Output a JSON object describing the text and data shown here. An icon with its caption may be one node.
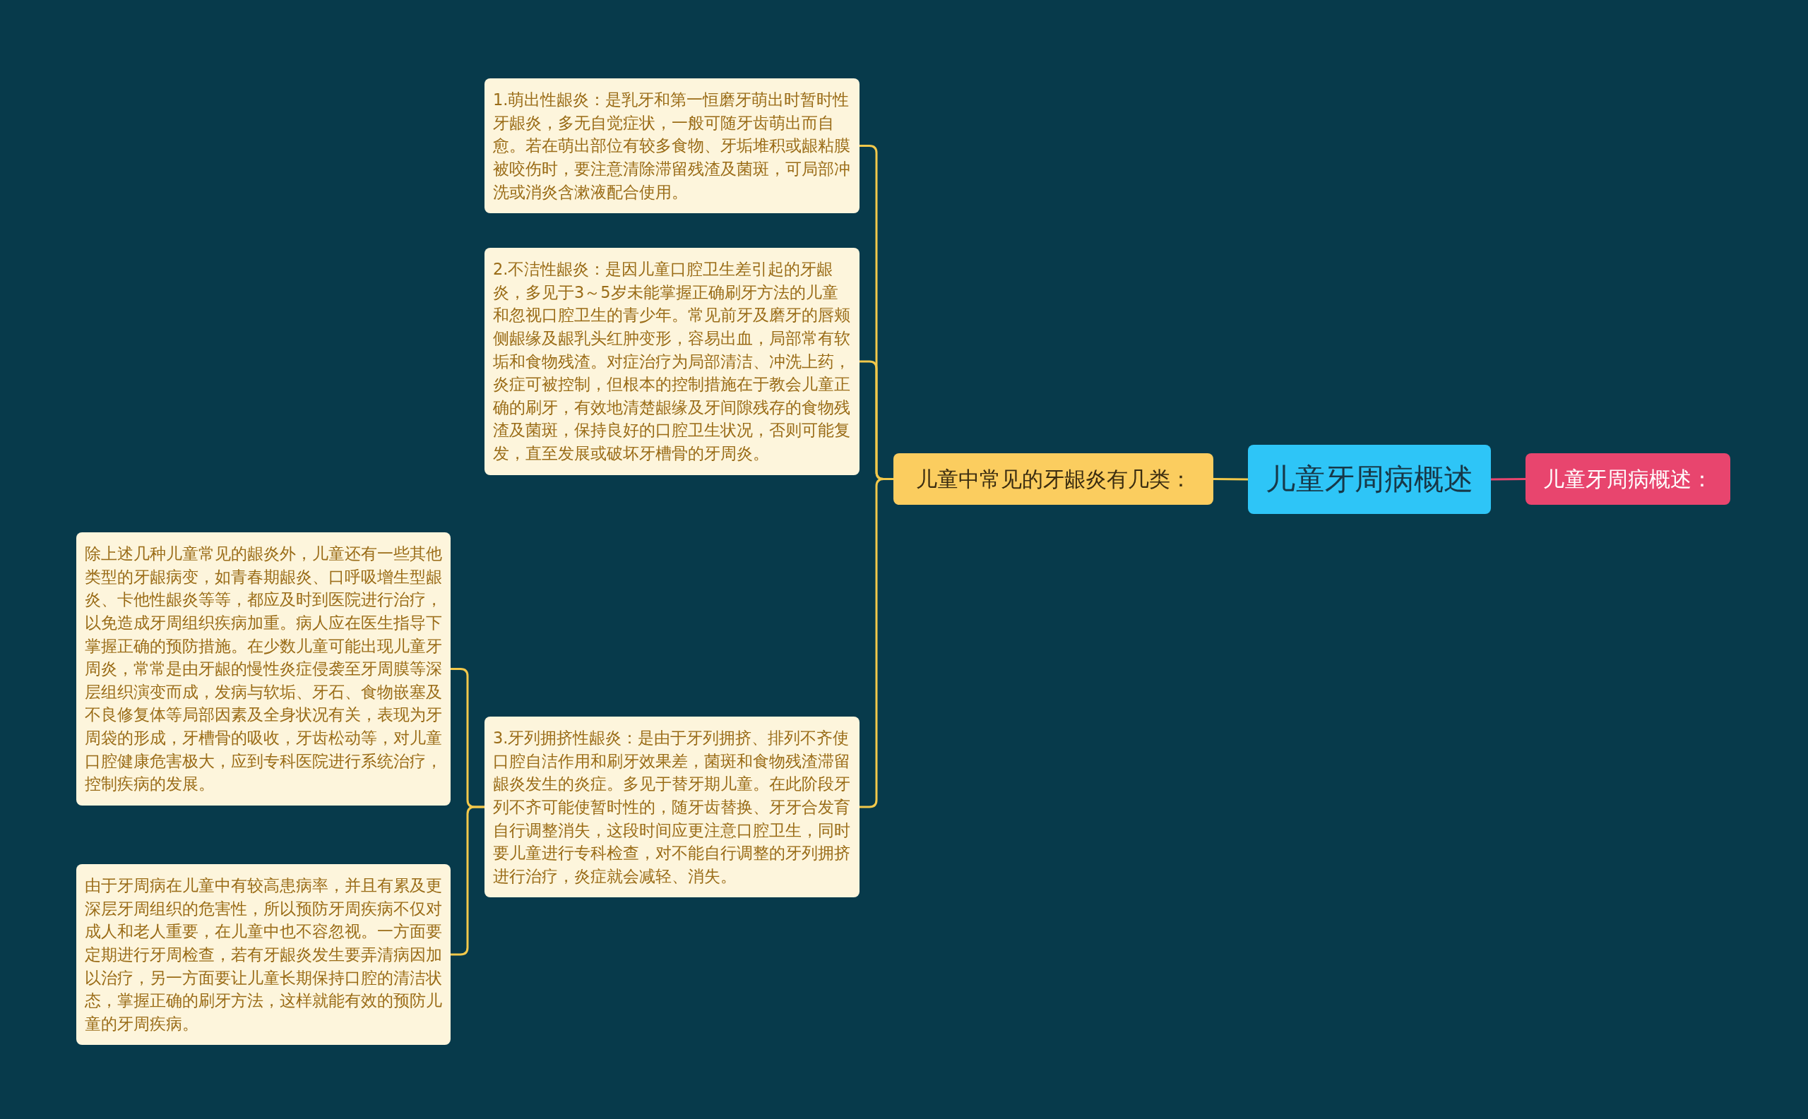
{
  "diagram": {
    "nodes": [
      {
        "text": [
          "儿童牙周病概述"
        ]
      },
      {
        "text": [
          "儿童中常见的牙龈炎有几类："
        ]
      },
      {
        "text": [
          "儿童牙周病概述："
        ]
      },
      {
        "text": [
          "1.萌出性龈炎：是乳牙和第一恒磨牙萌出时暂时性牙龈炎，多无自觉症状，一般可随牙齿萌出而自愈。若在萌出部位有较多食物、牙垢堆积或龈粘膜被咬伤时，要注意清除滞留残渣及菌斑，可局部冲洗或消炎含漱液配合使用。"
        ]
      },
      {
        "text": [
          "2.不洁性龈炎：是因儿童口腔卫生差引起的牙龈炎，多见于3～5岁未能掌握正确刷牙方法的儿童和忽视口腔卫生的青少年。常见前牙及磨牙的唇颊侧龈缘及龈乳头红肿变形，容易出血，局部常有软垢和食物残渣。对症治疗为局部清洁、冲洗上药，炎症可被控制，但根本的控制措施在于教会儿童正确的刷牙，有效地清楚龈缘及牙间隙残存的食物残渣及菌斑，保持良好的口腔卫生状况，否则可能复发，直至发展或破坏牙槽骨的牙周炎。"
        ]
      },
      {
        "text": [
          "3.牙列拥挤性龈炎：是由于牙列拥挤、排列不齐使口腔自洁作用和刷牙效果差，菌斑和食物残渣滞留龈炎发生的炎症。多见于替牙期儿童。在此阶段牙列不齐可能使暂时性的，随牙齿替换、牙牙合发育自行调整消失，这段时间应更注意口腔卫生，同时要儿童进行专科检查，对不能自行调整的牙列拥挤进行治疗，炎症就会减轻、消失。"
        ]
      },
      {
        "text": [
          "除上述几种儿童常见的龈炎外，儿童还有一些其他类型的牙龈病变，如青春期龈炎、口呼吸增生型龈炎、卡他性龈炎等等，都应及时到医院进行治疗，以免造成牙周组织疾病加重。病人应在医生指导下掌握正确的预防措施。在少数儿童可能出现儿童牙周炎，常常是由牙龈的慢性炎症侵袭至牙周膜等深层组织演变而成，发病与软垢、牙石、食物嵌塞及不良修复体等局部因素及全身状况有关，表现为牙周袋的形成，牙槽骨的吸收，牙齿松动等，对儿童口腔健康危害极大，应到专科医院进行系统治疗，控制疾病的发展。"
        ]
      },
      {
        "text": [
          "由于牙周病在儿童中有较高患病率，并且有累及更深层牙周组织的危害性，所以预防牙周疾病不仅对成人和老人重要，在儿童中也不容忽视。一方面要定期进行牙周检查，若有牙龈炎发生要弄清病因加以治疗，另一方面要让儿童长期保持口腔的清洁状态，掌握正确的刷牙方法，这样就能有效的预防儿童的牙周疾病。"
        ]
      }
    ],
    "edges": [
      {
        "from": 0,
        "to": 1,
        "arrow": "none"
      },
      {
        "from": 0,
        "to": 2,
        "arrow": "none",
        "color": "#e8456e"
      },
      {
        "from": 1,
        "to": 3,
        "arrow": "none"
      },
      {
        "from": 1,
        "to": 4,
        "arrow": "none"
      },
      {
        "from": 1,
        "to": 5,
        "arrow": "none"
      },
      {
        "from": 5,
        "to": 6,
        "arrow": "none"
      },
      {
        "from": 5,
        "to": 7,
        "arrow": "none"
      }
    ]
  }
}
